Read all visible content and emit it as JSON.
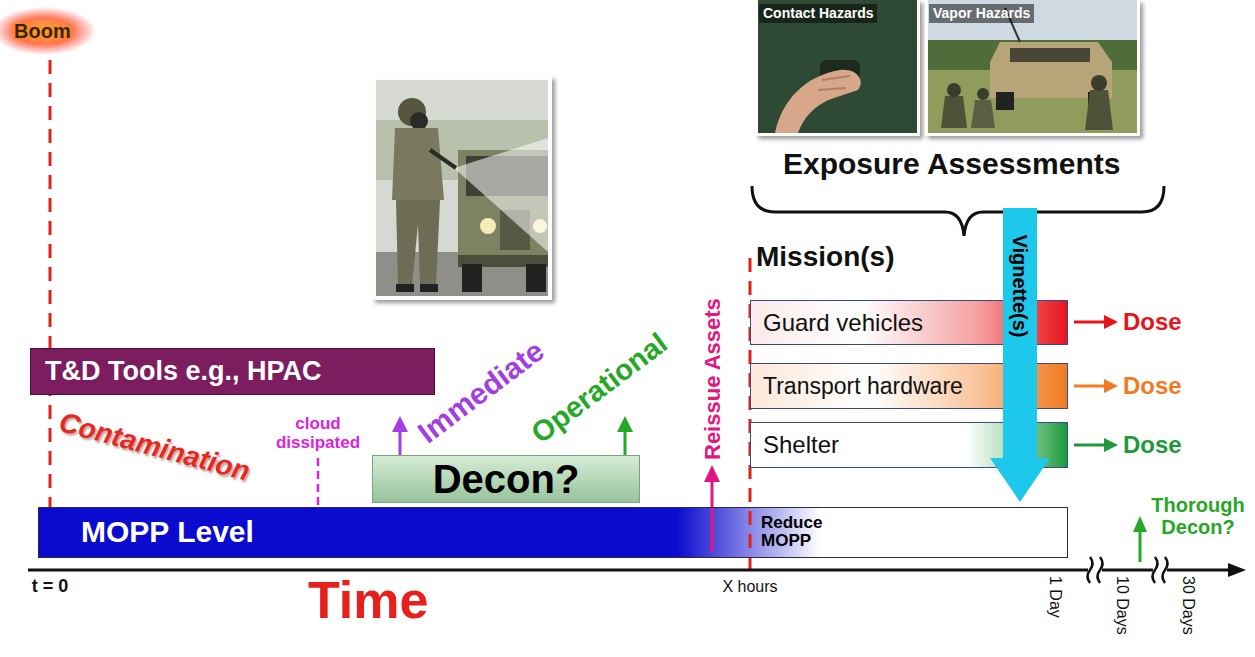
{
  "diagram": {
    "nodes": [
      {
        "text": [
          "T&D Tools e.g., HPAC"
        ]
      },
      {
        "text": [
          "Decon?"
        ]
      },
      {
        "text": [
          "MOPP Level",
          "Reduce MOPP"
        ]
      },
      {
        "text": [
          "Guard vehicles"
        ]
      },
      {
        "text": [
          "Transport hardware"
        ]
      },
      {
        "text": [
          "Shelter"
        ]
      },
      {
        "text": [
          "Vignette(s)"
        ]
      }
    ],
    "labels": [
      "Boom",
      "Contamination",
      "cloud dissipated",
      "Time",
      "Immediate",
      "Operational",
      "Reissue Assets",
      "Contact Hazards",
      "Vapor Hazards",
      "Exposure Assessments",
      "Mission(s)",
      "Dose",
      "Dose",
      "Dose",
      "Thorough Decon?",
      "t = 0",
      "X hours",
      "1 Day",
      "10 Days",
      "30 Days"
    ]
  }
}
